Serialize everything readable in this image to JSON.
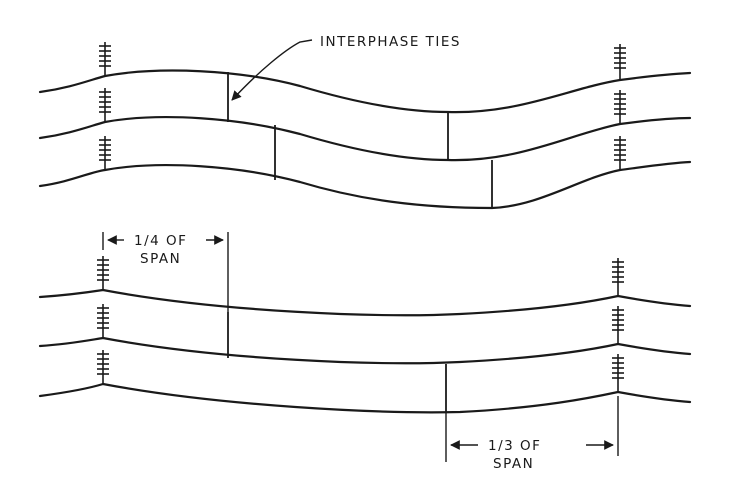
{
  "labels": {
    "interphase_ties": "INTERPHASE TIES",
    "quarter_span_line1": "1/4 OF",
    "quarter_span_line2": "SPAN",
    "third_span_line1": "1/3 OF",
    "third_span_line2": "SPAN"
  },
  "colors": {
    "ink": "#1a1a1a",
    "background": "#ffffff"
  }
}
